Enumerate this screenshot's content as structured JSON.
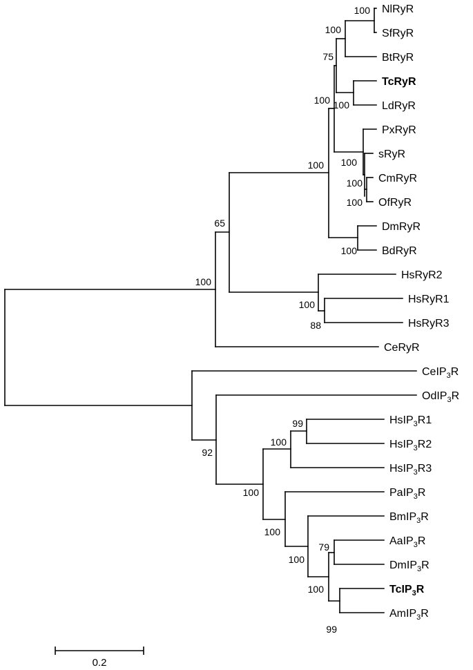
{
  "taxa": [
    {
      "id": "NlRyR",
      "prefix": "NlRyR",
      "sub": "",
      "suffix": "",
      "bold": false
    },
    {
      "id": "SfRyR",
      "prefix": "SfRyR",
      "sub": "",
      "suffix": "",
      "bold": false
    },
    {
      "id": "BtRyR",
      "prefix": "BtRyR",
      "sub": "",
      "suffix": "",
      "bold": false
    },
    {
      "id": "TcRyR",
      "prefix": "TcRyR",
      "sub": "",
      "suffix": "",
      "bold": true
    },
    {
      "id": "LdRyR",
      "prefix": "LdRyR",
      "sub": "",
      "suffix": "",
      "bold": false
    },
    {
      "id": "PxRyR",
      "prefix": "PxRyR",
      "sub": "",
      "suffix": "",
      "bold": false
    },
    {
      "id": "sRyR",
      "prefix": "sRyR",
      "sub": "",
      "suffix": "",
      "bold": false
    },
    {
      "id": "CmRyR",
      "prefix": "CmRyR",
      "sub": "",
      "suffix": "",
      "bold": false
    },
    {
      "id": "OfRyR",
      "prefix": "OfRyR",
      "sub": "",
      "suffix": "",
      "bold": false
    },
    {
      "id": "DmRyR",
      "prefix": "DmRyR",
      "sub": "",
      "suffix": "",
      "bold": false
    },
    {
      "id": "BdRyR",
      "prefix": "BdRyR",
      "sub": "",
      "suffix": "",
      "bold": false
    },
    {
      "id": "HsRyR2",
      "prefix": "HsRyR2",
      "sub": "",
      "suffix": "",
      "bold": false
    },
    {
      "id": "HsRyR1",
      "prefix": "HsRyR1",
      "sub": "",
      "suffix": "",
      "bold": false
    },
    {
      "id": "HsRyR3",
      "prefix": "HsRyR3",
      "sub": "",
      "suffix": "",
      "bold": false
    },
    {
      "id": "CeRyR",
      "prefix": "CeRyR",
      "sub": "",
      "suffix": "",
      "bold": false
    },
    {
      "id": "CeIP3R",
      "prefix": "CeIP",
      "sub": "3",
      "suffix": "R",
      "bold": false
    },
    {
      "id": "OdIP3R",
      "prefix": "OdIP",
      "sub": "3",
      "suffix": "R",
      "bold": false
    },
    {
      "id": "HsIP3R1",
      "prefix": "HsIP",
      "sub": "3",
      "suffix": "R1",
      "bold": false
    },
    {
      "id": "HsIP3R2",
      "prefix": "HsIP",
      "sub": "3",
      "suffix": "R2",
      "bold": false
    },
    {
      "id": "HsIP3R3",
      "prefix": "HsIP",
      "sub": "3",
      "suffix": "R3",
      "bold": false
    },
    {
      "id": "PaIP3R",
      "prefix": "PaIP",
      "sub": "3",
      "suffix": "R",
      "bold": false
    },
    {
      "id": "BmIP3R",
      "prefix": "BmIP",
      "sub": "3",
      "suffix": "R",
      "bold": false
    },
    {
      "id": "AaIP3R",
      "prefix": "AaIP",
      "sub": "3",
      "suffix": "R",
      "bold": false
    },
    {
      "id": "DmIP3R",
      "prefix": "DmIP",
      "sub": "3",
      "suffix": "R",
      "bold": false
    },
    {
      "id": "TcIP3R",
      "prefix": "TcIP",
      "sub": "3",
      "suffix": "R",
      "bold": true
    },
    {
      "id": "AmIP3R",
      "prefix": "AmIP",
      "sub": "3",
      "suffix": "R",
      "bold": false
    }
  ],
  "bootstrap": [
    {
      "node": "NlRyR+SfRyR",
      "value": "100"
    },
    {
      "node": "NlRyR+SfRyR+BtRyR",
      "value": "100"
    },
    {
      "node": "TcRyR+LdRyR",
      "value": "100"
    },
    {
      "node": "coleoptera-lepidoptera",
      "value": "75"
    },
    {
      "node": "PxRyR-group",
      "value": "100"
    },
    {
      "node": "CmRyR+OfRyR",
      "value": "100"
    },
    {
      "node": "sRyR+CmRyR+OfRyR",
      "value": "100"
    },
    {
      "node": "holometabola",
      "value": "100"
    },
    {
      "node": "DmRyR+BdRyR",
      "value": "100"
    },
    {
      "node": "insect-RyR",
      "value": "100"
    },
    {
      "node": "HsRyR1+HsRyR3",
      "value": "88"
    },
    {
      "node": "human-RyR",
      "value": "100"
    },
    {
      "node": "RyR-ingroup",
      "value": "65"
    },
    {
      "node": "RyR-all",
      "value": "100"
    },
    {
      "node": "HsIP3R1+HsIP3R2",
      "value": "99"
    },
    {
      "node": "human-IP3R",
      "value": "100"
    },
    {
      "node": "TcIP3R+AmIP3R",
      "value": "99"
    },
    {
      "node": "AaIP3R+DmIP3R",
      "value": "79"
    },
    {
      "node": "TcAm-AaDm",
      "value": "100"
    },
    {
      "node": "BmIP3R-group",
      "value": "100"
    },
    {
      "node": "PaIP3R-group",
      "value": "100"
    },
    {
      "node": "IP3R-ingroup",
      "value": "100"
    },
    {
      "node": "IP3R-all",
      "value": "92"
    }
  ],
  "scale_bar": {
    "label": "0.2",
    "length": 0.2
  }
}
